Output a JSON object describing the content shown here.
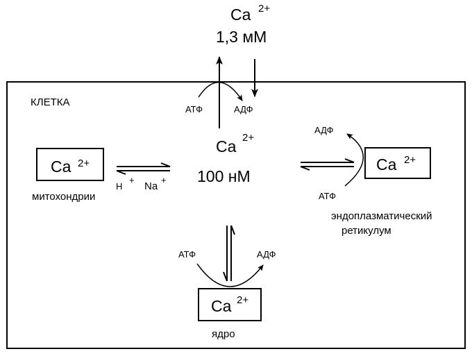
{
  "outside": {
    "ion": "Ca",
    "charge": "2+",
    "concentration": "1,3 мМ"
  },
  "cell": {
    "label": "КЛЕТКА",
    "ion": "Ca",
    "charge": "2+",
    "concentration": "100 нМ"
  },
  "membrane_pump": {
    "atp": "АТФ",
    "adp": "АДФ"
  },
  "mitochondria": {
    "ion": "Ca",
    "charge": "2+",
    "label": "митохондрии",
    "exchange_h": "H",
    "exchange_h_charge": "+",
    "exchange_na": "Na",
    "exchange_na_charge": "+"
  },
  "er": {
    "ion": "Ca",
    "charge": "2+",
    "label_line1": "эндоплазматический",
    "label_line2": "ретикулум",
    "atp": "АТФ",
    "adp": "АДФ"
  },
  "nucleus": {
    "ion": "Ca",
    "charge": "2+",
    "label": "ядро",
    "atp": "АТФ",
    "adp": "АДФ"
  }
}
